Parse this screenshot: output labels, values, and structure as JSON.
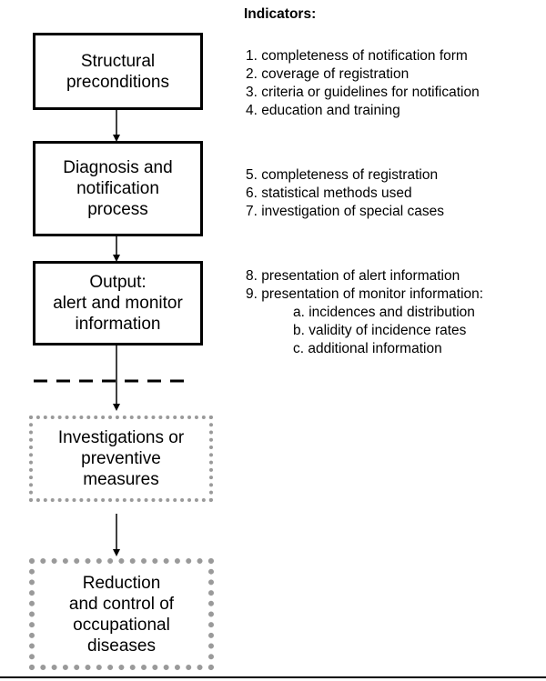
{
  "indicators_heading": "Indicators:",
  "boxes": {
    "structural": [
      "Structural",
      "preconditions"
    ],
    "diagnosis": [
      "Diagnosis and",
      "notification",
      "process"
    ],
    "output": [
      "Output:",
      "alert and monitor",
      "information"
    ],
    "investigations": [
      "Investigations or",
      "preventive",
      "measures"
    ],
    "reduction": [
      "Reduction",
      "and control of",
      "occupational",
      "diseases"
    ]
  },
  "indicators": {
    "group1": [
      "1. completeness of notification form",
      "2. coverage of registration",
      "3. criteria or guidelines for notification",
      "4. education and training"
    ],
    "group2": [
      "5. completeness of registration",
      "6. statistical methods used",
      "7. investigation of special cases"
    ],
    "group3": [
      "8. presentation of alert information",
      "9. presentation of monitor information:"
    ],
    "group3_sub": [
      "a. incidences and distribution",
      "b. validity of incidence rates",
      "c. additional information"
    ]
  }
}
